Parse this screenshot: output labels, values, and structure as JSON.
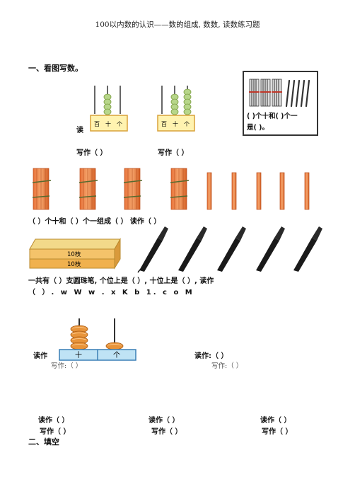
{
  "header": {
    "title": "100以内数的认识——数的组成, 数数, 读数练习题"
  },
  "section1": {
    "heading": "一、看图写数。"
  },
  "abacus_row": {
    "read_label": "读",
    "abacus_a_labels": [
      "百",
      "十",
      "个"
    ],
    "abacus_b_labels": [
      "百",
      "十",
      "个"
    ],
    "write_a": "写作（        ）",
    "write_b": "写作（        ）",
    "box_text_line1": "(  )个十和(  )个一",
    "box_text_line2": "是(  )。"
  },
  "sticks_row": {
    "sentence": "（        ）个十和（      ）个一组成（      ）       读作（             ）"
  },
  "pen_row": {
    "box_label_top": "10枝",
    "box_label_bottom": "10枝",
    "sentence_line1": "一共有（        ）支圆珠笔, 个位上是（          ）, 十位上是（         ）, 读作",
    "sentence_line2": "（        ）. w   W w . x K  b 1. c o M"
  },
  "abacus_row2": {
    "read_label": "读作",
    "place_labels": [
      "十",
      "个"
    ],
    "write_left": "写作:（                    ）",
    "read_right": "读作:（                ）",
    "write_right": "写作:（                 ）"
  },
  "answer_rows": {
    "read": [
      "读作（       ）",
      "读作（       ）",
      "读作（       ）"
    ],
    "write": [
      "写作（       ）",
      "写作（       ）",
      "写作（       ）"
    ]
  },
  "section2": {
    "heading": "二、填空"
  }
}
